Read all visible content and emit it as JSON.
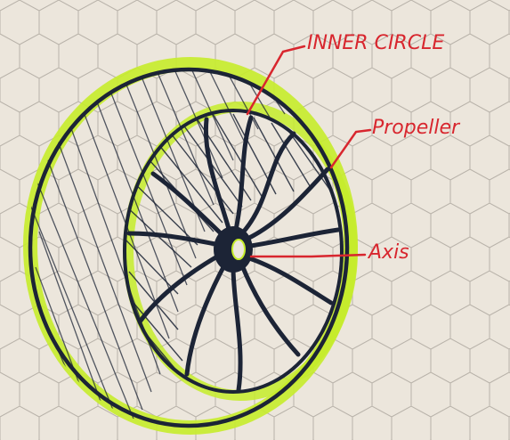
{
  "colors": {
    "paper": "#ece6dc",
    "grid": "#b9b3aa",
    "ink": "#1c2436",
    "highlight": "#c6ec2a",
    "label": "#d8262e"
  },
  "labels": {
    "inner_circle": "INNER CIRCLE",
    "propeller": "Propeller",
    "axis": "Axis"
  }
}
